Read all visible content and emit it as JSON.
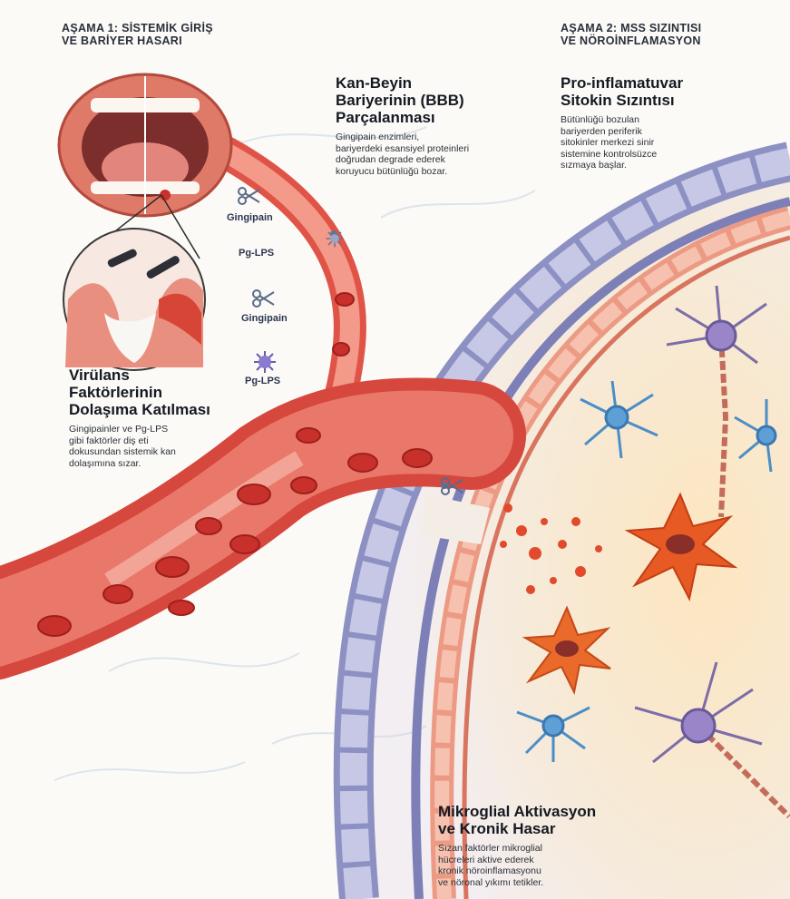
{
  "stage1": {
    "line1": "AŞAMA 1: SİSTEMİK GİRİŞ",
    "line2": "VE BARİYER HASARI"
  },
  "stage2": {
    "line1": "AŞAMA 2: MSS SIZINTISI",
    "line2": "VE NÖROİNFLAMASYON"
  },
  "bbb": {
    "title": [
      "Kan-Beyin",
      "Bariyerinin (BBB)",
      "Parçalanması"
    ],
    "desc": [
      "Gingipain enzimleri,",
      "bariyerdeki esansiyel proteinleri",
      "doğrudan degrade ederek",
      "koruyucu bütünlüğü bozar."
    ]
  },
  "cytokine": {
    "title": [
      "Pro-inflamatuvar",
      "Sitokin Sızıntısı"
    ],
    "desc": [
      "Bütünlüğü bozulan",
      "bariyerden periferik",
      "sitokinler merkezi sinir",
      "sistemine kontrolsüzce",
      "sızmaya başlar."
    ]
  },
  "virulence": {
    "title": [
      "Virülans",
      "Faktörlerinin",
      "Dolaşıma Katılması"
    ],
    "desc": [
      "Gingipainler ve Pg-LPS",
      "gibi faktörler diş eti",
      "dokusundan sistemik kan",
      "dolaşımına sızar."
    ]
  },
  "microglia": {
    "title": [
      "Mikroglial Aktivasyon",
      "ve Kronik Hasar"
    ],
    "desc": [
      "Sızan faktörler mikroglial",
      "hücreleri aktive ederek",
      "kronik nöroinflamasyonu",
      "ve nöronal yıkımı tetikler."
    ]
  },
  "factors": [
    {
      "label": "Gingipain",
      "icon": "scissors-icon"
    },
    {
      "label": "Pg-LPS",
      "icon": "virus-icon"
    },
    {
      "label": "Gingipain",
      "icon": "scissors-icon"
    },
    {
      "label": "Pg-LPS",
      "icon": "virus-icon"
    }
  ],
  "colors": {
    "blood": "#c8302c",
    "vessel": "#e37a6b",
    "endothelium": "#8d90c2",
    "microglia": "#e85a24",
    "neuron": "#7c6ca8",
    "astrocyte": "#4b8ec6"
  }
}
